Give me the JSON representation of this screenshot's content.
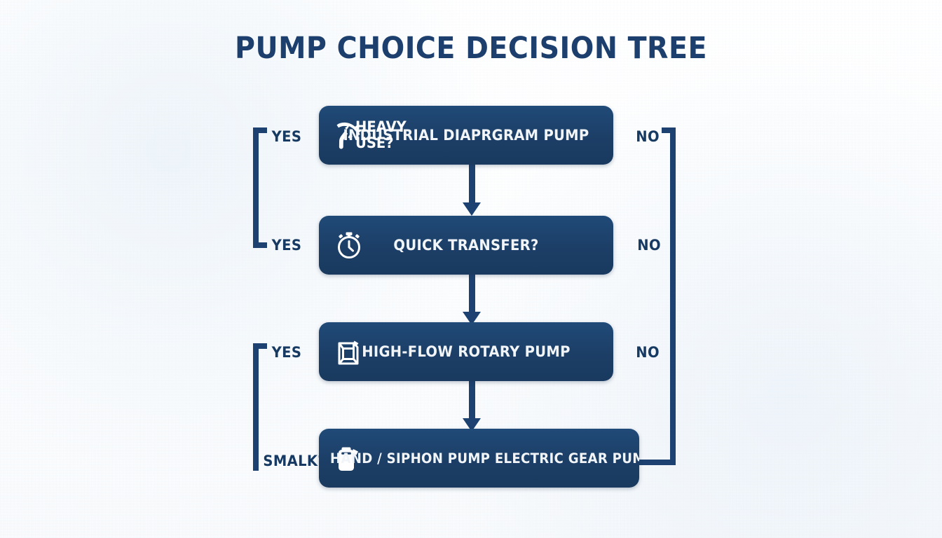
{
  "title": "PUMP CHOICE DECISION TREE",
  "theme": {
    "background": "#fdfdfe",
    "navy_dark": "#1a3a5f",
    "navy_box": "#1c3f67",
    "navy_line": "#1d4170",
    "title_color": "#1d3f6e",
    "text_on_navy": "#f2f5f8"
  },
  "nodes": [
    {
      "id": "heavy-use",
      "icon": "fuel-nozzle-icon",
      "question": "HEAVY\nUSE?",
      "label": "INDUSTRIAL DIAPRGRAM PUMP"
    },
    {
      "id": "quick-transfer",
      "icon": "stopwatch-icon",
      "question": "",
      "label": "QUICK TRANSFER?"
    },
    {
      "id": "high-flow",
      "icon": "jerry-can-icon",
      "question": "",
      "label": "HIGH-FLOW ROTARY PUMP"
    },
    {
      "id": "hand-siphon",
      "icon": "fuel-container-icon",
      "question": "",
      "label": "HAND / SIPHON PUMP ELECTRIC GEAR PUMP"
    }
  ],
  "edges": {
    "yes_1": "YES",
    "yes_2": "YES",
    "yes_3": "YES",
    "small_4": "SMALK?",
    "no_1": "NO",
    "no_2": "NO",
    "no_3": "NO"
  }
}
